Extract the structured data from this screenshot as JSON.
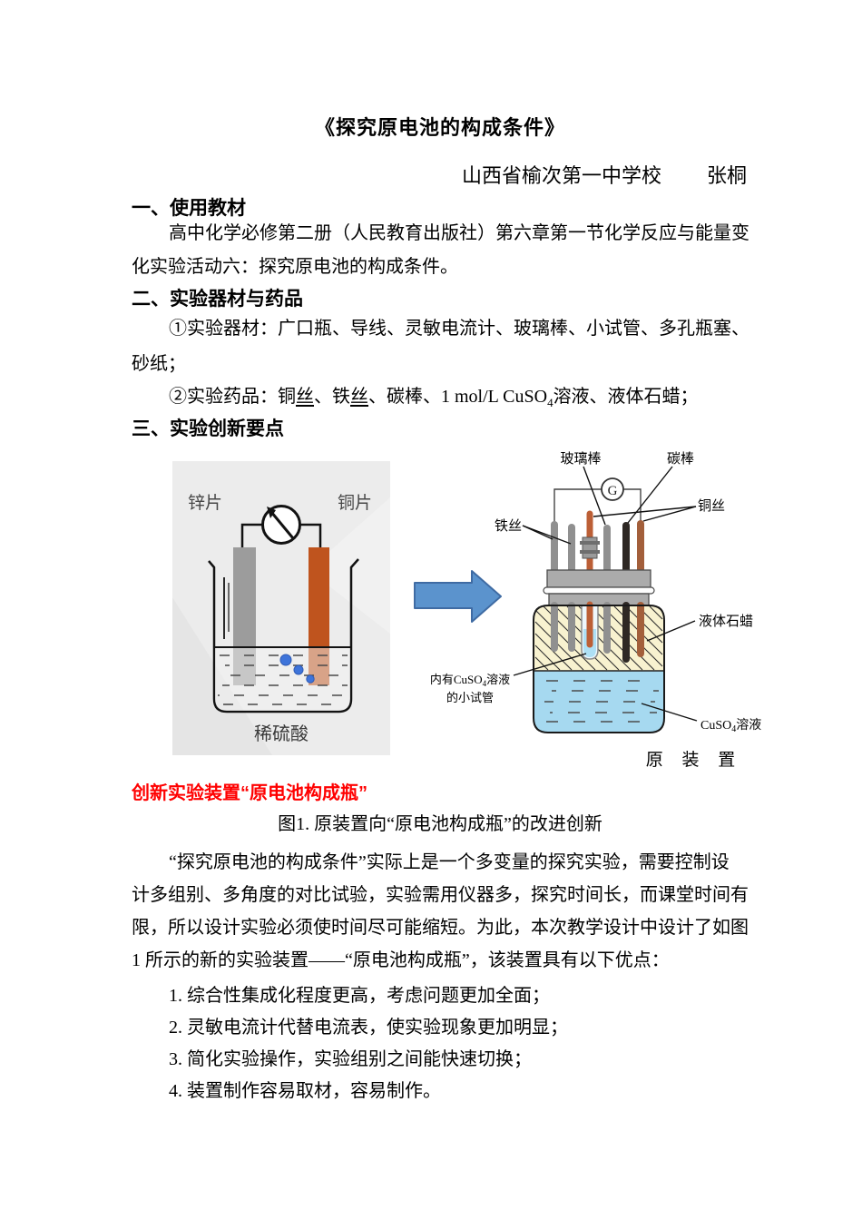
{
  "doc": {
    "title": "《探究原电池的构成条件》",
    "byline": {
      "school": "山西省榆次第一中学校",
      "author": "张桐"
    }
  },
  "sections": {
    "s1": {
      "heading": "一、使用教材",
      "lines": [
        "高中化学必修第二册（人民教育出版社）第六章第一节化学反应与能量变",
        "化实验活动六：探究原电池的构成条件。"
      ]
    },
    "s2": {
      "heading": "二、实验器材与药品",
      "equipment_lines": [
        "①实验器材：广口瓶、导线、灵敏电流计、玻璃棒、小试管、多孔瓶塞、",
        "砂纸；"
      ],
      "reagents": {
        "seg1": "②实验药品：铜",
        "u1": "丝",
        "seg2": "、铁",
        "u2": "丝",
        "seg3": "、碳棒、1 mol/L CuSO",
        "sub": "4",
        "seg4": "溶液、液体石蜡；"
      }
    },
    "s3": {
      "heading": "三、实验创新要点"
    }
  },
  "figure": {
    "left_panel": {
      "label_zinc": "锌片",
      "label_copper": "铜片",
      "label_acid": "稀硫酸"
    },
    "right_panel": {
      "meter": "G",
      "label_glass_rod": "玻璃棒",
      "label_carbon_rod": "碳棒",
      "label_copper_wire": "铜丝",
      "label_iron_wire": "铁丝",
      "label_paraffin": "液体石蜡",
      "label_tube_a": "内有CuSO",
      "label_tube_sub": "4",
      "label_tube_b": "溶液",
      "label_tube_line2": "的小试管",
      "label_solution_a": "CuSO",
      "label_solution_sub": "4",
      "label_solution_b": "溶液",
      "label_original_device": "原 装 置"
    },
    "red_note": "创新实验装置“原电池构成瓶”",
    "caption": "图1. 原装置向“原电池构成瓶”的改进创新",
    "colors": {
      "red_note": "#ff0000",
      "arrow_blue": "#5b93cd",
      "copper_electrode": "#bf541e",
      "zinc_electrode": "#9c9c9c",
      "bubble_blue": "#3e74da",
      "paraffin_cream": "#f8f2d0",
      "solution_blue": "#a6d9f0"
    }
  },
  "body": {
    "lines": [
      "“探究原电池的构成条件”实际上是一个多变量的探究实验，需要控制设",
      "计多组别、多角度的对比试验，实验需用仪器多，探究时间长，而课堂时间有",
      "限，所以设计实验必须使时间尽可能缩短。为此，本次教学设计中设计了如图",
      "1 所示的新的实验装置——“原电池构成瓶”，该装置具有以下优点："
    ]
  },
  "advantages": {
    "items": [
      "1. 综合性集成化程度更高，考虑问题更加全面；",
      "2. 灵敏电流计代替电流表，使实验现象更加明显；",
      "3. 简化实验操作，实验组别之间能快速切换；",
      "4. 装置制作容易取材，容易制作。"
    ]
  }
}
